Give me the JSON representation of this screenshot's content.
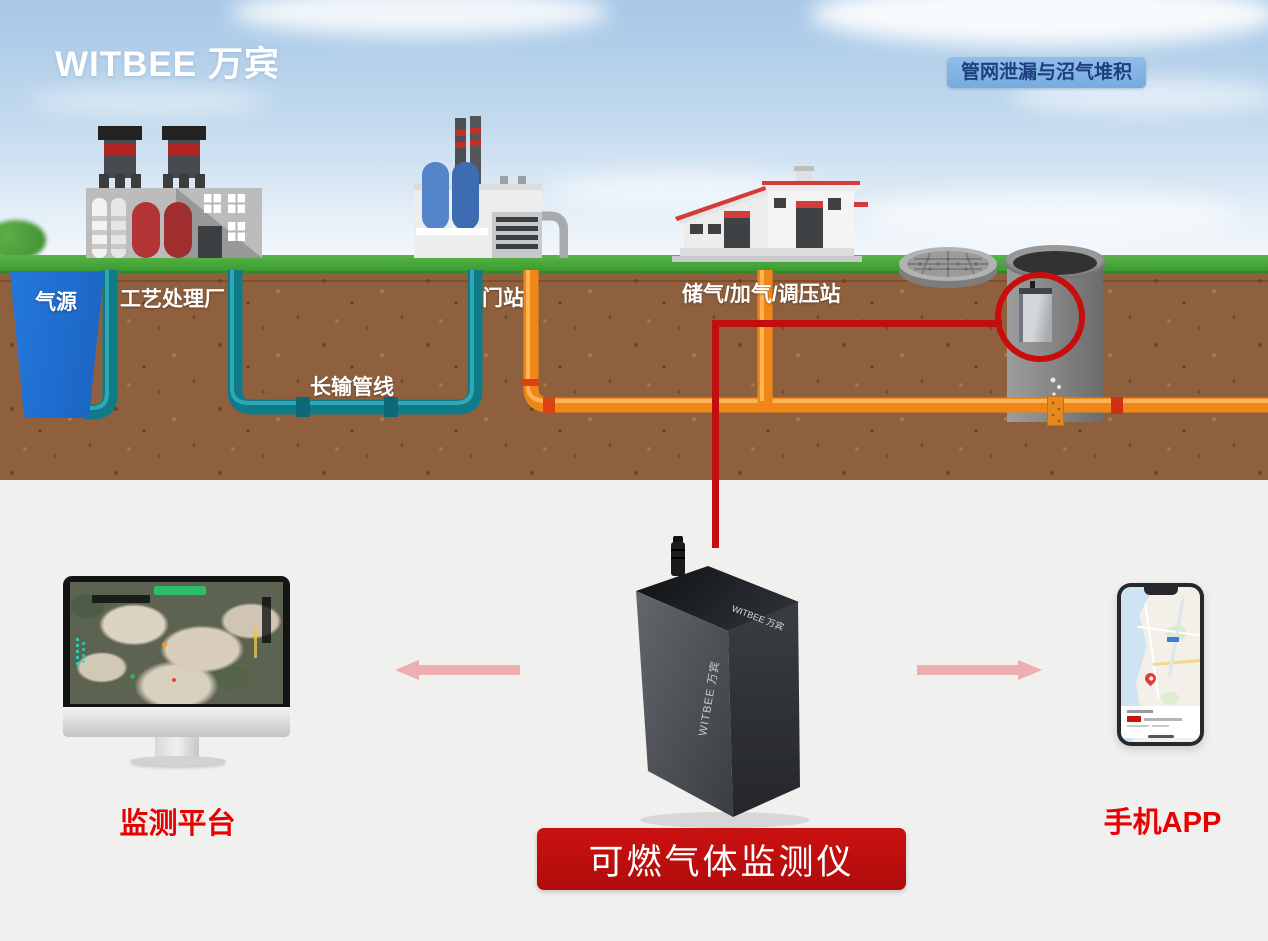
{
  "brand": {
    "logo": "WITBEE 万宾"
  },
  "badge": {
    "label": "管网泄漏与沼气堆积"
  },
  "scene": {
    "labels": {
      "gas_source": "气源",
      "process_plant": "工艺处理厂",
      "long_pipeline": "长输管线",
      "gate_station": "门站",
      "storage_station": "储气/加气/调压站"
    }
  },
  "device": {
    "name_banner": "可燃气体监测仪",
    "brand_text": "WITBEE 万宾"
  },
  "endpoints": {
    "platform_label": "监测平台",
    "app_label": "手机APP"
  },
  "colors": {
    "accent_red": "#C20D0D",
    "label_red": "#E60202",
    "pipe_teal": "#0F7B89",
    "pipe_orange": "#F08618",
    "grass_green": "#3F9E35",
    "earth_brown": "#8F603E",
    "sky_blue": "#AECBE8",
    "badge_bg": "#82B7E3",
    "badge_text": "#1D3F7E",
    "arrow_pink": "#EFAEB0",
    "connector_red": "#C40E0E"
  }
}
